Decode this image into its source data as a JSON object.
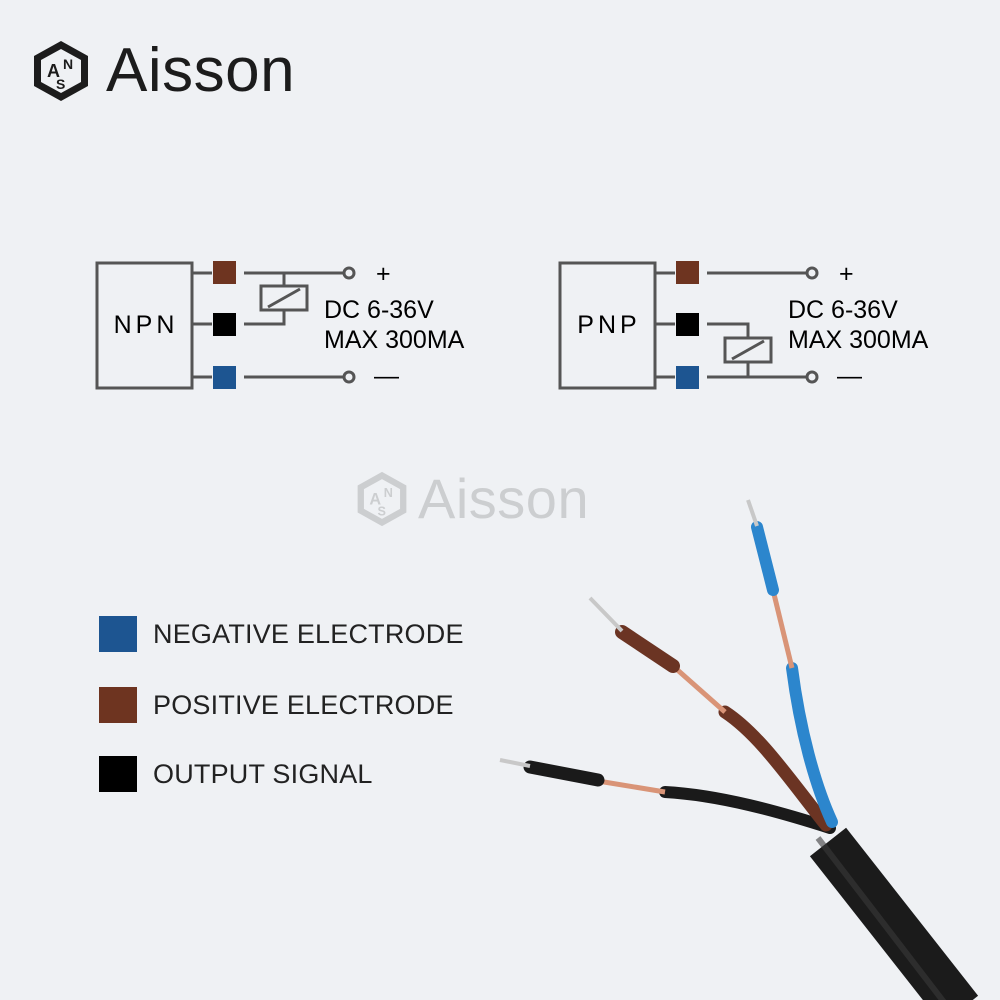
{
  "brand": {
    "name": "Aisson",
    "watermark": "Aisson"
  },
  "npn": {
    "label": "NPN",
    "voltage": "DC 6-36V",
    "current": "MAX 300MA",
    "plus": "+",
    "minus": "—"
  },
  "pnp": {
    "label": "PNP",
    "voltage": "DC 6-36V",
    "current": "MAX 300MA",
    "plus": "+",
    "minus": "—"
  },
  "legend": [
    {
      "label": "NEGATIVE ELECTRODE",
      "color": "#1d5591"
    },
    {
      "label": "POSITIVE ELECTRODE",
      "color": "#6e3420"
    },
    {
      "label": "OUTPUT SIGNAL",
      "color": "#000000"
    }
  ],
  "colors": {
    "brown": "#6e3420",
    "black": "#000000",
    "blue": "#1d5591",
    "line": "#555555"
  }
}
